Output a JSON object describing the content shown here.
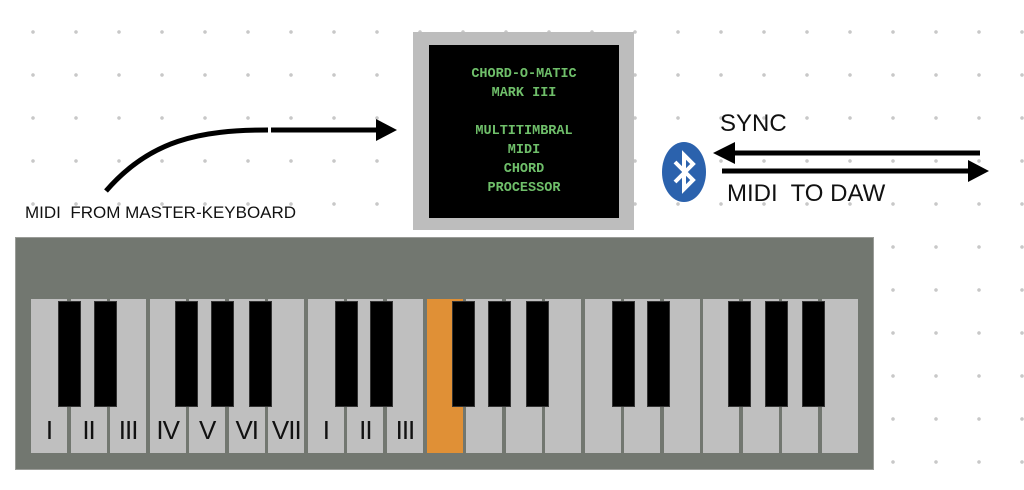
{
  "processor": {
    "screen_lines_top": [
      "CHORD-O-MATIC",
      "MARK III"
    ],
    "screen_lines_bottom": [
      "MULTITIMBRAL",
      "MIDI",
      "CHORD",
      "PROCESSOR"
    ],
    "screen_text_color": "#6fbf6a"
  },
  "labels": {
    "midi_from": "MIDI  FROM MASTER-KEYBOARD",
    "sync": "SYNC",
    "midi_to": "MIDI  TO DAW"
  },
  "icons": {
    "bluetooth": "bluetooth-icon",
    "bluetooth_color": "#2b62ad"
  },
  "keyboard": {
    "octaves": 3,
    "white_key_count": 21,
    "active_key_index": 10,
    "active_key_color": "#e09036",
    "white_key_labels": [
      "I",
      "II",
      "III",
      "IV",
      "V",
      "VI",
      "VII",
      "I",
      "II",
      "III",
      "",
      "",
      "",
      "",
      "",
      "",
      "",
      "",
      "",
      "",
      ""
    ]
  }
}
